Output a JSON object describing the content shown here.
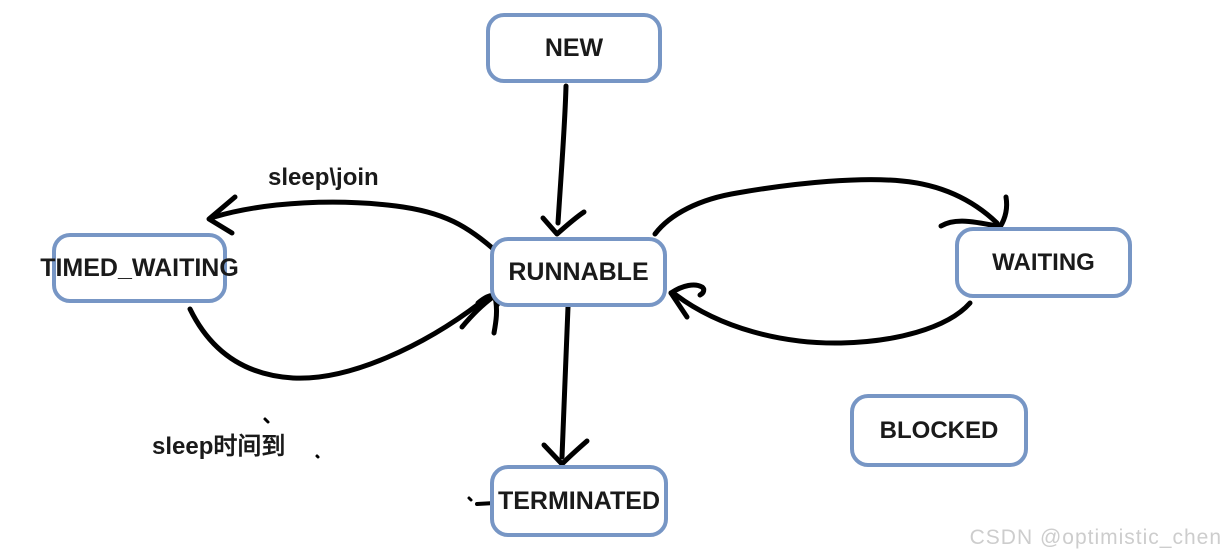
{
  "diagram": {
    "nodes": [
      {
        "id": "new",
        "label": "NEW"
      },
      {
        "id": "timed_waiting",
        "label": "TIMED_WAITING"
      },
      {
        "id": "runnable",
        "label": "RUNNABLE"
      },
      {
        "id": "waiting",
        "label": "WAITING"
      },
      {
        "id": "blocked",
        "label": "BLOCKED"
      },
      {
        "id": "terminated",
        "label": "TERMINATED"
      }
    ],
    "edges": [
      {
        "from": "new",
        "to": "runnable",
        "label": ""
      },
      {
        "from": "runnable",
        "to": "timed_waiting",
        "label": "sleep\\join"
      },
      {
        "from": "timed_waiting",
        "to": "runnable",
        "label": "sleep时间到"
      },
      {
        "from": "runnable",
        "to": "waiting",
        "label": ""
      },
      {
        "from": "waiting",
        "to": "runnable",
        "label": ""
      },
      {
        "from": "runnable",
        "to": "terminated",
        "label": ""
      }
    ],
    "edge_labels": {
      "sleep_join": "sleep\\join",
      "sleep_time_up": "sleep时间到"
    },
    "colors": {
      "node_border": "#7796c5",
      "node_fill": "#ffffff",
      "arrow": "#000000",
      "text": "#1a1a1a",
      "watermark": "#cdcdcd"
    }
  },
  "watermark": {
    "text": "CSDN @optimistic_chen"
  }
}
